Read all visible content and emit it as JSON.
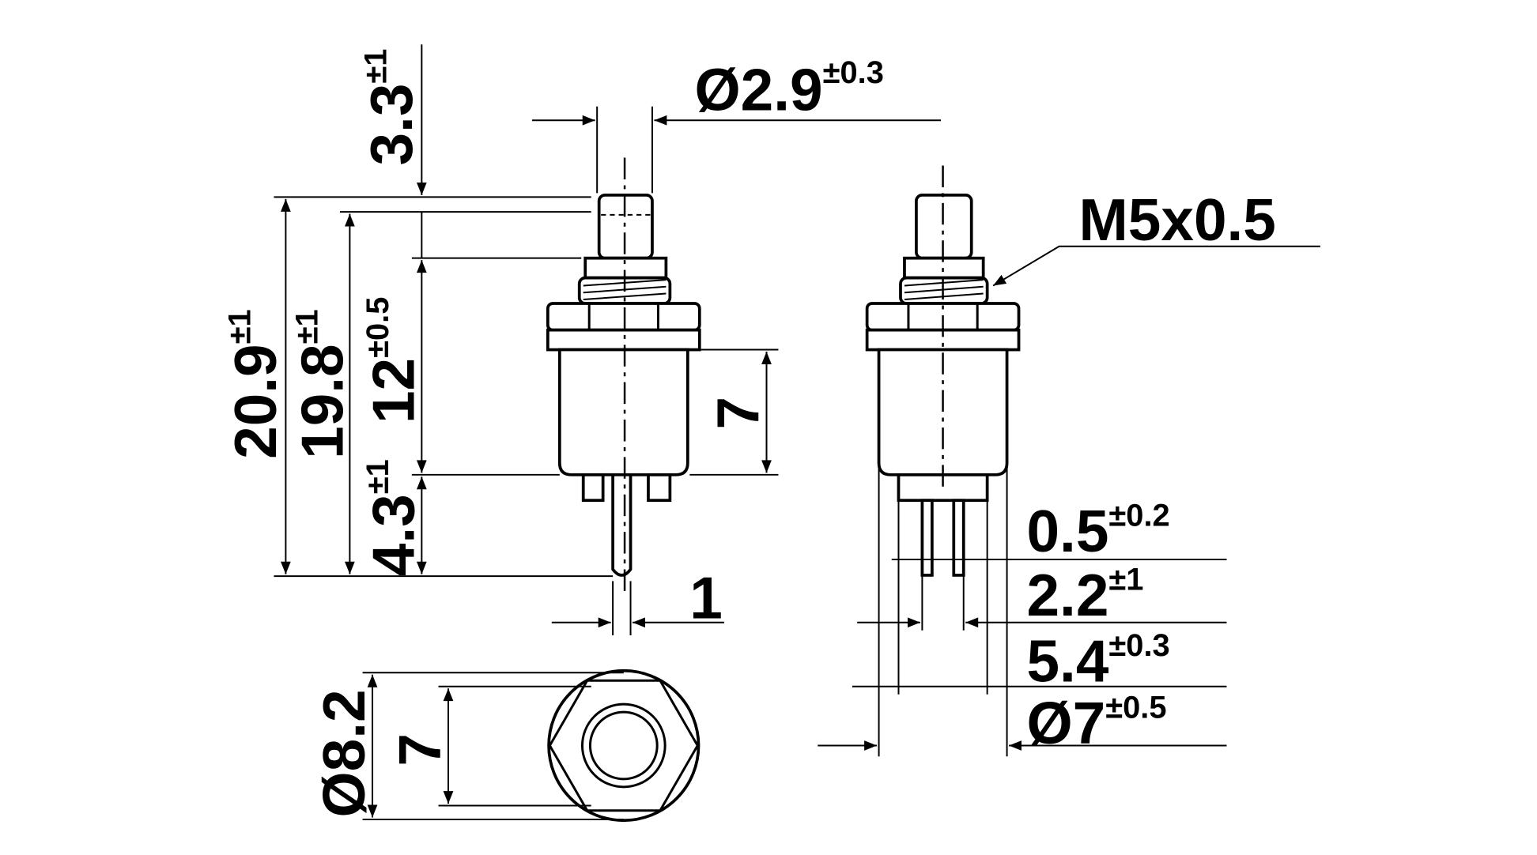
{
  "dimensions": {
    "plunger_diameter": {
      "value": "Ø2.9",
      "tol": "±0.3"
    },
    "plunger_travel": {
      "value": "3.3",
      "tol": "±1"
    },
    "total_height": {
      "value": "20.9",
      "tol": "±1"
    },
    "height_to_plunger_step": {
      "value": "19.8",
      "tol": "±1"
    },
    "thread_length": {
      "value": "12",
      "tol": "±0.5"
    },
    "terminal_length": {
      "value": "4.3",
      "tol": "±1"
    },
    "body_height": {
      "value": "7"
    },
    "pin_width": {
      "value": "1"
    },
    "thread": {
      "value": "M5x0.5"
    },
    "pin_thickness": {
      "value": "0.5",
      "tol": "±0.2"
    },
    "pin_spacing": {
      "value": "2.2",
      "tol": "±1"
    },
    "base_width": {
      "value": "5.4",
      "tol": "±0.3"
    },
    "body_diameter": {
      "value": "Ø7",
      "tol": "±0.5"
    },
    "nut_diameter": {
      "value": "Ø8.2"
    },
    "nut_width_across_flats": {
      "value": "7"
    }
  }
}
